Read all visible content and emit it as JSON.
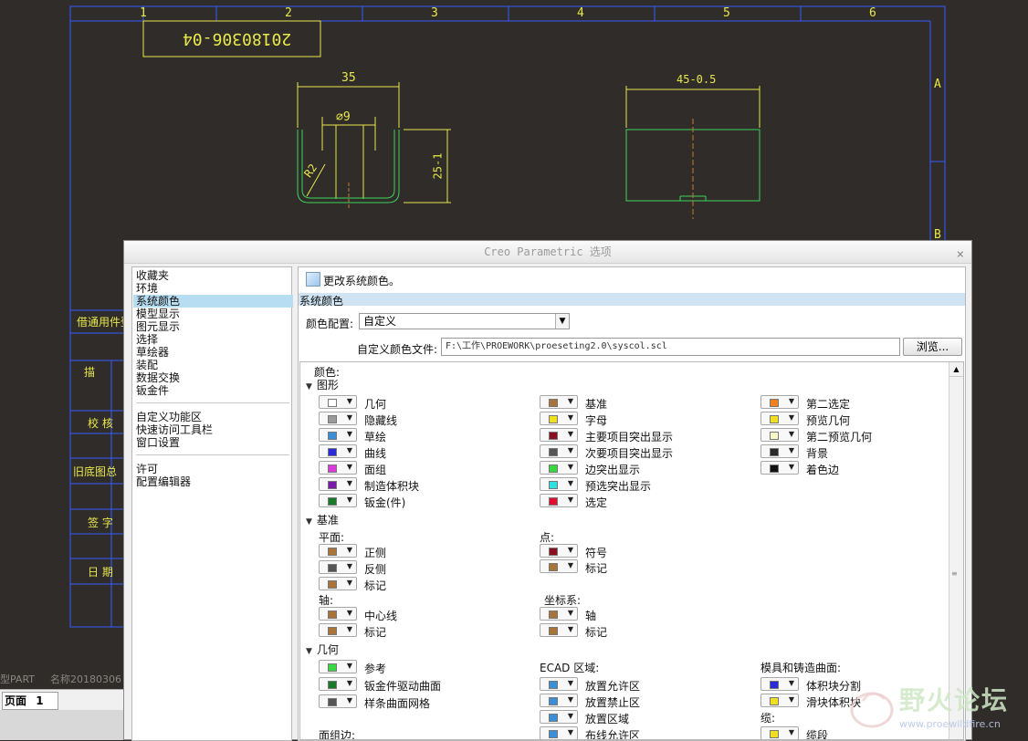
{
  "drawing": {
    "title_block_number": "20180306-04",
    "frame_columns": [
      "1",
      "2",
      "3",
      "4",
      "5",
      "6"
    ],
    "frame_rows": [
      "A",
      "B"
    ],
    "dim_width_left": "35",
    "dim_diameter": "∅9",
    "dim_radius": "R2",
    "dim_height": "25-1",
    "dim_width_right": "45-0.5",
    "side_labels": [
      "借通用件登",
      "描",
      "校  核",
      "旧底图总",
      "签  字",
      "日  期"
    ],
    "status_type": "型PART",
    "status_name": "名称20180306"
  },
  "page_tabs": {
    "label": "页面",
    "number": "1"
  },
  "dialog": {
    "title": "Creo Parametric 选项",
    "close": "×",
    "nav_items": [
      "收藏夹",
      "环境",
      "系统颜色",
      "模型显示",
      "图元显示",
      "选择",
      "草绘器",
      "装配",
      "数据交换",
      "钣金件"
    ],
    "nav_items_2": [
      "自定义功能区",
      "快速访问工具栏",
      "窗口设置"
    ],
    "nav_items_3": [
      "许可",
      "配置编辑器"
    ],
    "header_text": "更改系统颜色。",
    "section_title": "系统颜色",
    "scheme_label": "颜色配置:",
    "scheme_value": "自定义",
    "file_label": "自定义颜色文件:",
    "file_value": "F:\\工作\\PROEWORK\\proeseting2.0\\syscol.scl",
    "browse_label": "浏览..."
  },
  "colors": {
    "panel_label": "颜色:",
    "graphics": {
      "title": "图形",
      "col1": [
        {
          "label": "几何",
          "color": "#ffffff"
        },
        {
          "label": "隐藏线",
          "color": "#9a9a9a"
        },
        {
          "label": "草绘",
          "color": "#3b8fd8"
        },
        {
          "label": "曲线",
          "color": "#2b2bd8"
        },
        {
          "label": "面组",
          "color": "#d83bd8"
        },
        {
          "label": "制造体积块",
          "color": "#7a1aa8"
        },
        {
          "label": "钣金(件)",
          "color": "#1a7a2a"
        }
      ],
      "col2": [
        {
          "label": "基准",
          "color": "#a8743a"
        },
        {
          "label": "字母",
          "color": "#f0e020"
        },
        {
          "label": "主要项目突出显示",
          "color": "#8a1020"
        },
        {
          "label": "次要项目突出显示",
          "color": "#555555"
        },
        {
          "label": "边突出显示",
          "color": "#3ad840"
        },
        {
          "label": "预选突出显示",
          "color": "#30e0e0"
        },
        {
          "label": "选定",
          "color": "#e01030"
        }
      ],
      "col3": [
        {
          "label": "第二选定",
          "color": "#f08020"
        },
        {
          "label": "预览几何",
          "color": "#f0e020"
        },
        {
          "label": "第二预览几何",
          "color": "#f8f8c8"
        },
        {
          "label": "背景",
          "color": "#2a2a2a"
        },
        {
          "label": "着色边",
          "color": "#111111"
        }
      ]
    },
    "datum": {
      "title": "基准",
      "plane_label": "平面:",
      "plane": [
        {
          "label": "正侧",
          "color": "#a8743a"
        },
        {
          "label": "反侧",
          "color": "#555555"
        },
        {
          "label": "标记",
          "color": "#a8743a"
        }
      ],
      "point_label": "点:",
      "point": [
        {
          "label": "符号",
          "color": "#8a1020"
        },
        {
          "label": "标记",
          "color": "#a8743a"
        }
      ],
      "axis_label": "轴:",
      "axis": [
        {
          "label": "中心线",
          "color": "#a8743a"
        },
        {
          "label": "标记",
          "color": "#a8743a"
        }
      ],
      "csys_label": "坐标系:",
      "csys": [
        {
          "label": "轴",
          "color": "#a8743a"
        },
        {
          "label": "标记",
          "color": "#a8743a"
        }
      ]
    },
    "geometry": {
      "title": "几何",
      "col1": [
        {
          "label": "参考",
          "color": "#3ad840"
        },
        {
          "label": "钣金件驱动曲面",
          "color": "#1a7a2a"
        },
        {
          "label": "样条曲面网格",
          "color": "#555555"
        }
      ],
      "ecad_label": "ECAD 区域:",
      "ecad": [
        {
          "label": "放置允许区",
          "color": "#3b8fd8"
        },
        {
          "label": "放置禁止区",
          "color": "#3b8fd8"
        },
        {
          "label": "放置区域",
          "color": "#3b8fd8"
        },
        {
          "label": "布线允许区",
          "color": "#3b8fd8"
        }
      ],
      "mold_label": "模具和铸造曲面:",
      "mold": [
        {
          "label": "体积块分割",
          "color": "#2b2bd8"
        },
        {
          "label": "滑块体积块",
          "color": "#f0e020"
        }
      ],
      "cable_label": "缆:",
      "cable": [
        {
          "label": "缆段",
          "color": "#f0e020"
        }
      ],
      "quilt_edge_label": "面组边:"
    }
  },
  "watermark": {
    "title": "野火论坛",
    "url": "www.proewildfire.cn"
  }
}
